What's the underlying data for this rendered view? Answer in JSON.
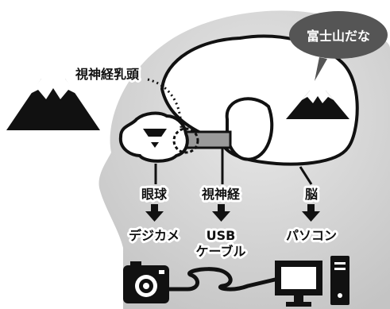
{
  "thought_bubble": {
    "text": "富士山だな"
  },
  "labels": {
    "optic_disc": "視神経乳頭",
    "eyeball": "眼球",
    "optic_nerve": "視神経",
    "brain": "脳"
  },
  "analogies": {
    "eyeball": "デジカメ",
    "optic_nerve_line1": "USB",
    "optic_nerve_line2": "ケーブル",
    "brain": "パソコン"
  },
  "icons": [
    "mountain-fuji-icon",
    "down-arrow-icon",
    "camera-icon",
    "usb-cable-icon",
    "computer-icon"
  ],
  "colors": {
    "head": "#d2d2d2",
    "ink": "#111111",
    "nerve": "#9a9a9a",
    "bubble": "#555555"
  }
}
